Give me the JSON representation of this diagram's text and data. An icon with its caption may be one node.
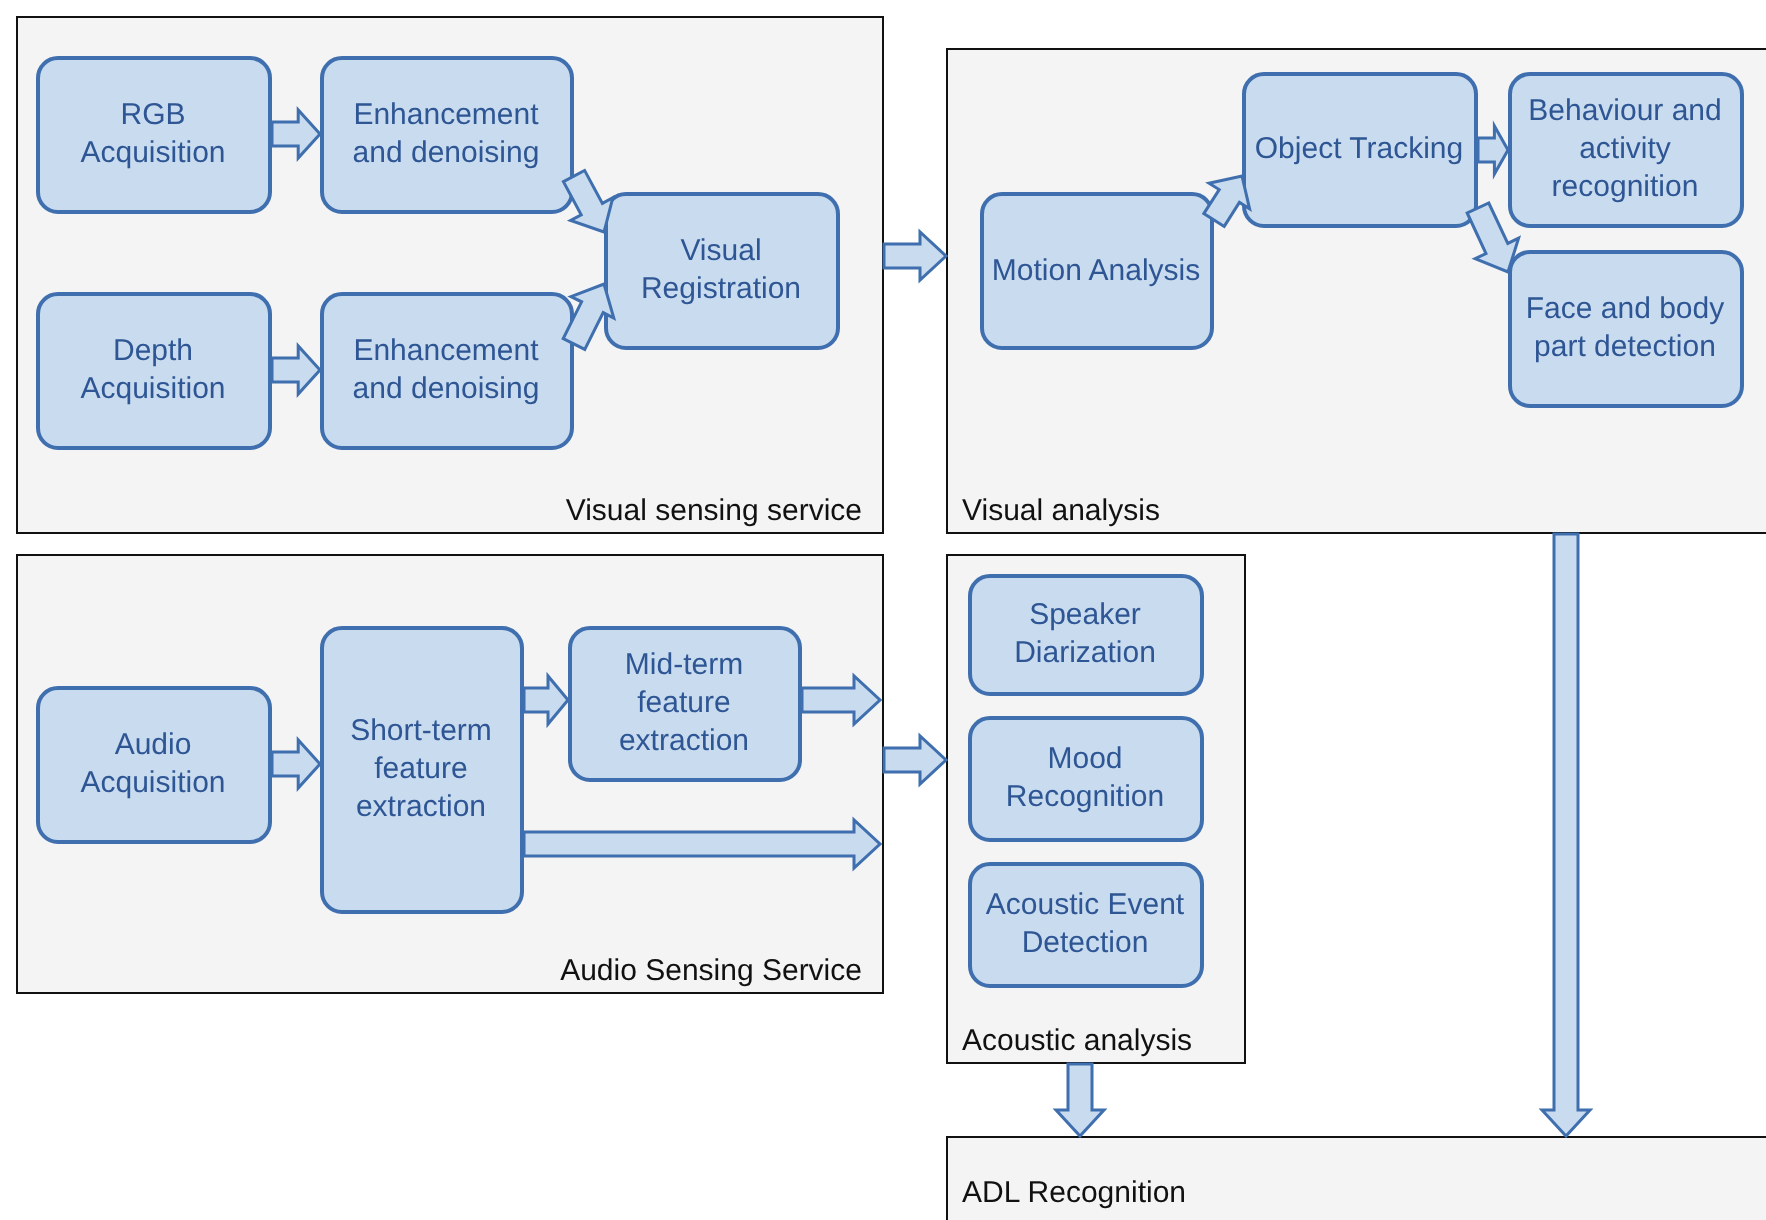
{
  "diagram": {
    "nodes": [
      {
        "text": [
          "Visual sensing service"
        ]
      },
      {
        "text": [
          "RGB Acquisition"
        ],
        "in": 0
      },
      {
        "text": [
          "Enhancement and denoising"
        ],
        "in": 0
      },
      {
        "text": [
          "Depth Acquisition"
        ],
        "in": 0
      },
      {
        "text": [
          "Enhancement and denoising"
        ],
        "in": 0
      },
      {
        "text": [
          "Visual Registration"
        ],
        "in": 0
      },
      {
        "text": [
          "Visual analysis"
        ]
      },
      {
        "text": [
          "Motion Analysis"
        ],
        "in": 6
      },
      {
        "text": [
          "Object Tracking"
        ],
        "in": 6
      },
      {
        "text": [
          "Behaviour and activity recognition"
        ],
        "in": 6
      },
      {
        "text": [
          "Face and body part detection"
        ],
        "in": 6
      },
      {
        "text": [
          "Audio Sensing Service"
        ]
      },
      {
        "text": [
          "Audio Acquisition"
        ],
        "in": 11
      },
      {
        "text": [
          "Short-term feature extraction"
        ],
        "in": 11
      },
      {
        "text": [
          "Mid-term feature extraction"
        ],
        "in": 11
      },
      {
        "text": [
          "Acoustic analysis"
        ]
      },
      {
        "text": [
          "Speaker Diarization"
        ],
        "in": 15
      },
      {
        "text": [
          "Mood Recognition"
        ],
        "in": 15
      },
      {
        "text": [
          "Acoustic Event Detection"
        ],
        "in": 15
      },
      {
        "text": [
          "ADL Recognition"
        ]
      }
    ],
    "edges": [
      {
        "from": 1,
        "to": 2,
        "arrow": "to"
      },
      {
        "from": 3,
        "to": 4,
        "arrow": "to"
      },
      {
        "from": 2,
        "to": 5,
        "arrow": "to"
      },
      {
        "from": 4,
        "to": 5,
        "arrow": "to"
      },
      {
        "from": 0,
        "to": 6,
        "arrow": "to"
      },
      {
        "from": 7,
        "to": 8,
        "arrow": "to"
      },
      {
        "from": 8,
        "to": 9,
        "arrow": "to"
      },
      {
        "from": 8,
        "to": 10,
        "arrow": "to"
      },
      {
        "from": 12,
        "to": 13,
        "arrow": "to"
      },
      {
        "from": 13,
        "to": 14,
        "arrow": "to"
      },
      {
        "from": 14,
        "to": null,
        "arrow": "to"
      },
      {
        "from": 13,
        "to": null,
        "arrow": "to"
      },
      {
        "from": 11,
        "to": 15,
        "arrow": "to"
      },
      {
        "from": 6,
        "to": 19,
        "arrow": "to"
      },
      {
        "from": 15,
        "to": 19,
        "arrow": "to"
      }
    ]
  }
}
